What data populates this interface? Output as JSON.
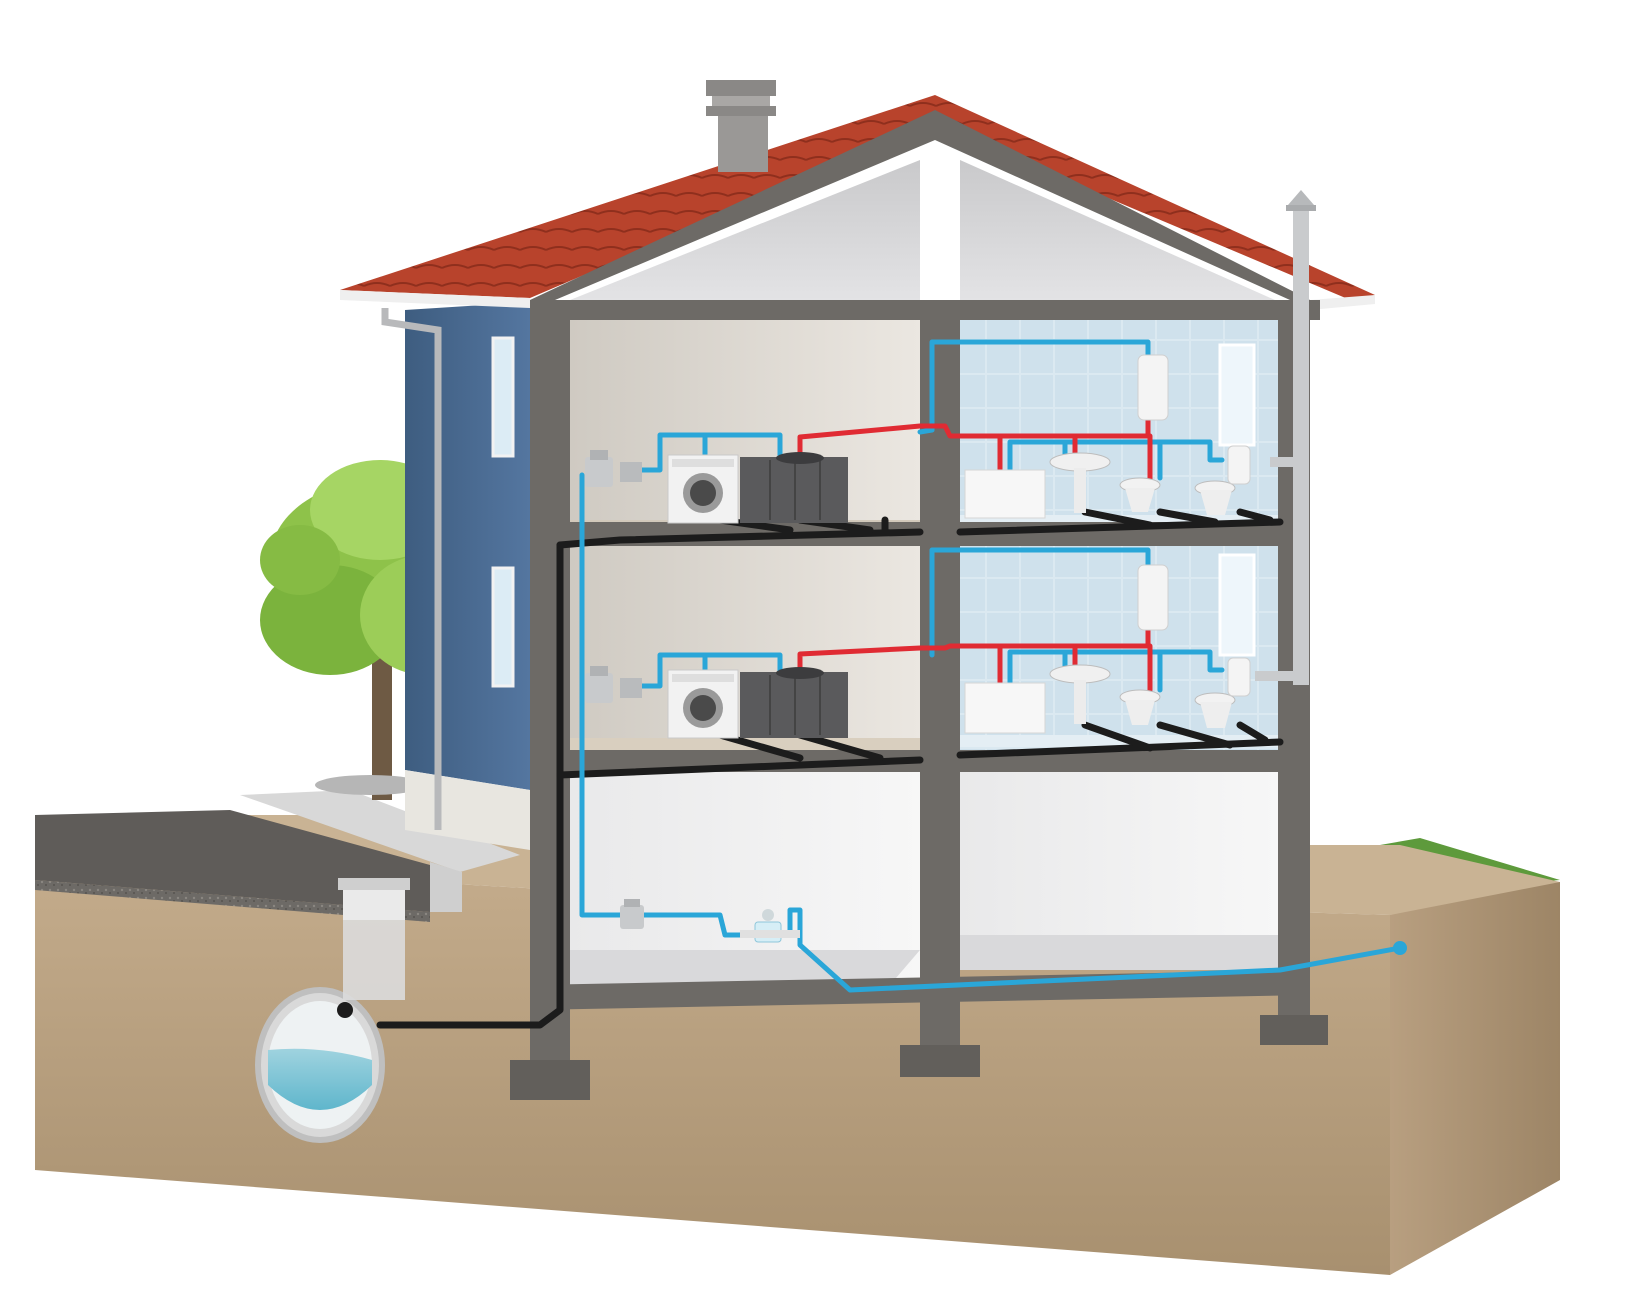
{
  "diagram": {
    "subject": "",
    "colors": {
      "cold_water": "#2aa6d8",
      "hot_water": "#e02b33",
      "drain": "#1c1c1c",
      "vent": "#c9cbcd",
      "roof": "#b8432c",
      "frame": "#6d6a66",
      "facade": "#4a6a8e",
      "soil": "#b49c7e",
      "grass": "#5e9a3c",
      "sewer_water": "#a8dbe6"
    },
    "floors": [
      {
        "level": "attic",
        "rooms": []
      },
      {
        "level": "upper",
        "rooms": [
          {
            "side": "left",
            "fixtures": [
              "pump-icon",
              "washing-machine-icon",
              "sink-cabinet-icon"
            ]
          },
          {
            "side": "right",
            "fixtures": [
              "water-heater-icon",
              "bathtub-icon",
              "washbasin-icon",
              "bidet-icon",
              "toilet-icon"
            ]
          }
        ]
      },
      {
        "level": "middle",
        "rooms": [
          {
            "side": "left",
            "fixtures": [
              "pump-icon",
              "washing-machine-icon",
              "sink-cabinet-icon"
            ]
          },
          {
            "side": "right",
            "fixtures": [
              "water-heater-icon",
              "bathtub-icon",
              "washbasin-icon",
              "bidet-icon",
              "toilet-icon"
            ]
          }
        ]
      },
      {
        "level": "basement",
        "rooms": [
          {
            "side": "left",
            "fixtures": [
              "filter-icon",
              "water-meter-icon"
            ]
          },
          {
            "side": "right",
            "fixtures": []
          }
        ]
      }
    ],
    "outside": [
      "tree-icon",
      "chimney-icon",
      "downpipe-icon",
      "inspection-shaft-icon",
      "sewer-main-icon",
      "water-supply-icon"
    ]
  }
}
